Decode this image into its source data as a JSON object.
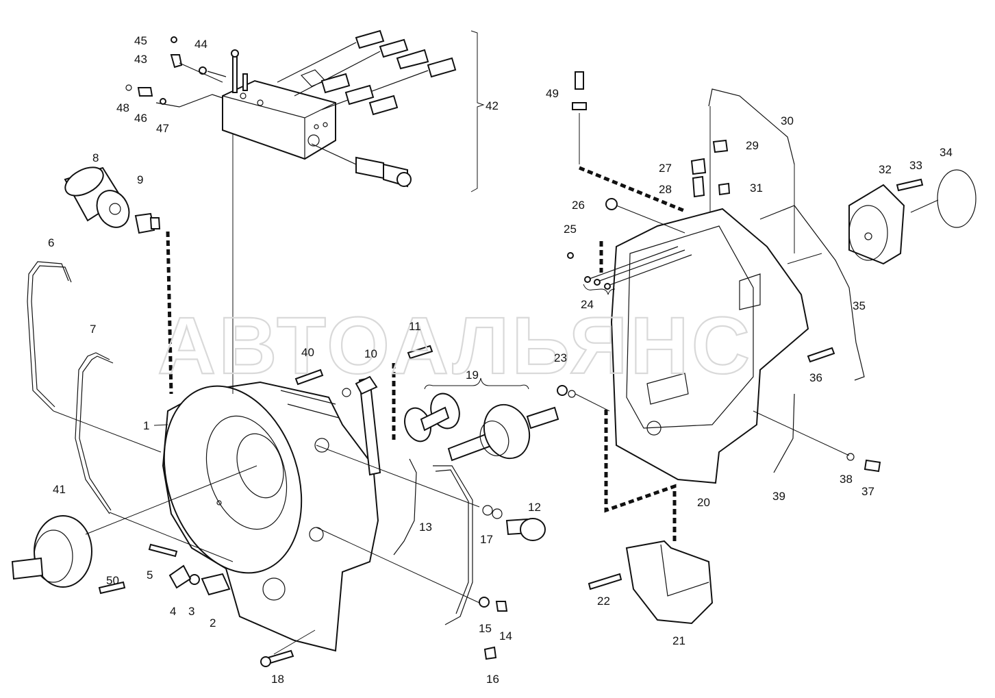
{
  "watermark": "АВТОАЛЬЯНС",
  "labels": {
    "p1": "1",
    "p2": "2",
    "p3": "3",
    "p4": "4",
    "p5": "5",
    "p6": "6",
    "p7": "7",
    "p8": "8",
    "p9": "9",
    "p10": "10",
    "p11": "11",
    "p12": "12",
    "p13": "13",
    "p14": "14",
    "p15": "15",
    "p16": "16",
    "p17": "17",
    "p18": "18",
    "p19": "19",
    "p20": "20",
    "p21": "21",
    "p22": "22",
    "p23": "23",
    "p24": "24",
    "p25": "25",
    "p26": "26",
    "p27": "27",
    "p28": "28",
    "p29": "29",
    "p30": "30",
    "p31": "31",
    "p32": "32",
    "p33": "33",
    "p34": "34",
    "p35": "35",
    "p36": "36",
    "p37": "37",
    "p38": "38",
    "p39": "39",
    "p40": "40",
    "p41": "41",
    "p42": "42",
    "p43": "43",
    "p44": "44",
    "p45": "45",
    "p46": "46",
    "p47": "47",
    "p48": "48",
    "p49": "49",
    "p50": "50"
  }
}
